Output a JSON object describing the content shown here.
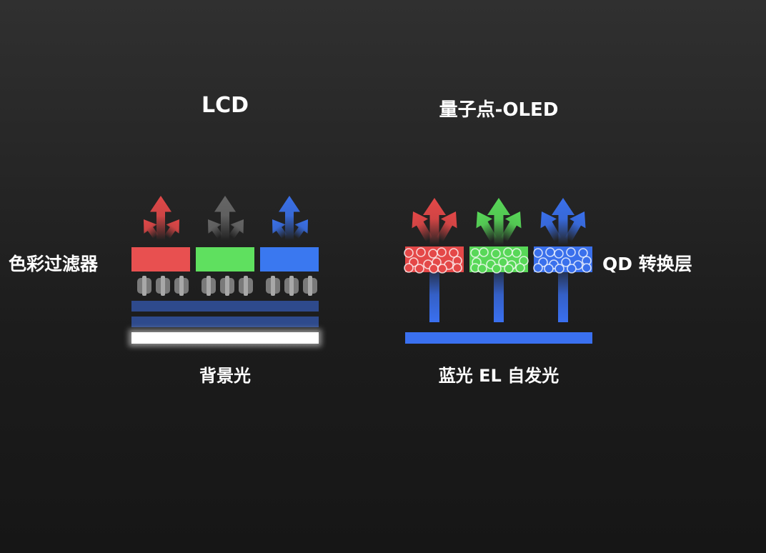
{
  "lcd": {
    "title": "LCD",
    "filter_label": "色彩过滤器",
    "backlight_label": "背景光",
    "colors": [
      "#e85050",
      "#5fe05f",
      "#3a78f0"
    ],
    "arrow_colors": [
      "#e04848",
      "#666666",
      "#3a70e8"
    ],
    "band_color": "#2e4a8c"
  },
  "qd_oled": {
    "title": "量子点-OLED",
    "conversion_label": "QD 转换层",
    "emitter_label": "蓝光 EL 自发光",
    "colors": [
      "#e44848",
      "#58d858",
      "#3a70ec"
    ],
    "emitter_color": "#3a70f0"
  }
}
